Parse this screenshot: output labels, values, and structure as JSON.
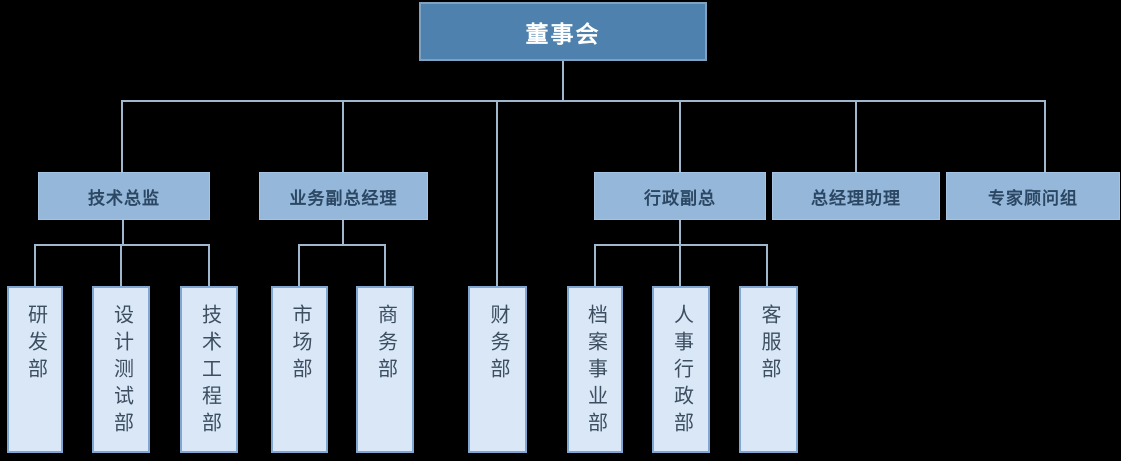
{
  "org_chart": {
    "title": "company-organization-chart",
    "root": {
      "label": "董事会"
    },
    "level2": [
      {
        "id": "tech-director",
        "label": "技术总监"
      },
      {
        "id": "business-deputy-gm",
        "label": "业务副总经理"
      },
      {
        "id": "admin-deputy-gm",
        "label": "行政副总"
      },
      {
        "id": "gm-assistant",
        "label": "总经理助理"
      },
      {
        "id": "expert-advisor-group",
        "label": "专家顾问组"
      }
    ],
    "level3": [
      {
        "id": "rd-dept",
        "label": "研发部",
        "parent": "tech-director"
      },
      {
        "id": "design-test-dept",
        "label": "设计测试部",
        "parent": "tech-director"
      },
      {
        "id": "tech-eng-dept",
        "label": "技术工程部",
        "parent": "tech-director"
      },
      {
        "id": "marketing-dept",
        "label": "市场部",
        "parent": "business-deputy-gm"
      },
      {
        "id": "commerce-dept",
        "label": "商务部",
        "parent": "business-deputy-gm"
      },
      {
        "id": "finance-dept",
        "label": "财务部",
        "parent": "board"
      },
      {
        "id": "archives-dept",
        "label": "档案事业部",
        "parent": "admin-deputy-gm"
      },
      {
        "id": "hr-admin-dept",
        "label": "人事行政部",
        "parent": "admin-deputy-gm"
      },
      {
        "id": "customer-service-dept",
        "label": "客服部",
        "parent": "admin-deputy-gm"
      }
    ],
    "colors": {
      "background": "#000000",
      "root_fill": "#4e81ad",
      "root_border": "#7fa2c1",
      "root_text": "#ffffff",
      "level2_fill": "#94b7da",
      "level2_text": "#2b4763",
      "level3_fill": "#d9e7f7",
      "level3_border": "#7fa7d1",
      "level3_text": "#3d4e60",
      "connector": "#9fb8cd"
    }
  }
}
